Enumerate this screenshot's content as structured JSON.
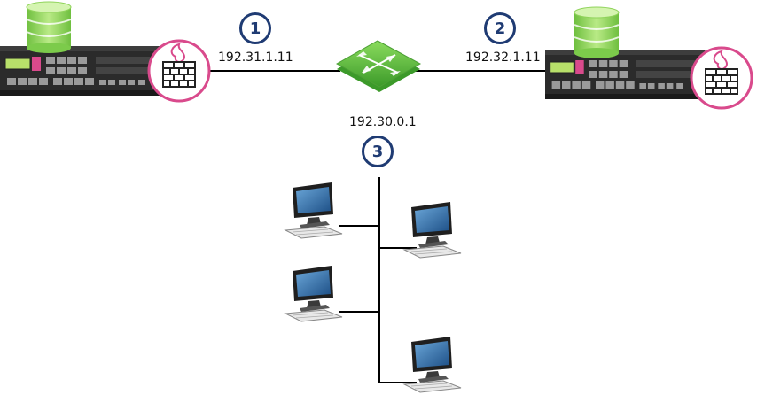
{
  "links": [
    {
      "number": "1",
      "ip": "192.31.1.11"
    },
    {
      "number": "2",
      "ip": "192.32.1.11"
    },
    {
      "number": "3",
      "ip": "192.30.0.1"
    }
  ],
  "colors": {
    "badge_ring": "#1f3b73",
    "firewall_ring": "#d94a8c",
    "switch_green": "#5fb53c",
    "database_green": "#8fd35a",
    "appliance_body": "#2b2b2b",
    "line": "#000000"
  },
  "icons": [
    "database-icon",
    "firewall-icon",
    "switch-icon",
    "firewall-appliance",
    "workstation-icon"
  ]
}
